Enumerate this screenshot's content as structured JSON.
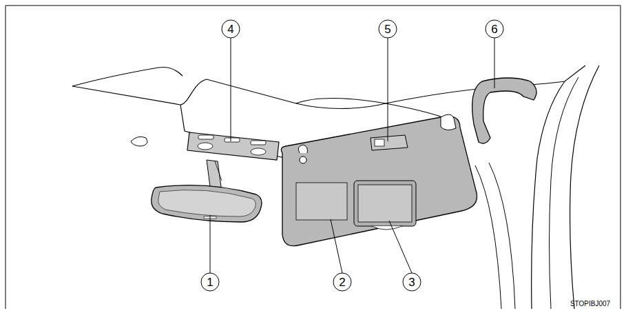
{
  "diagram": {
    "labels": [
      "4",
      "5",
      "6",
      "1",
      "2",
      "3",
      "STOPIBJ007"
    ]
  }
}
